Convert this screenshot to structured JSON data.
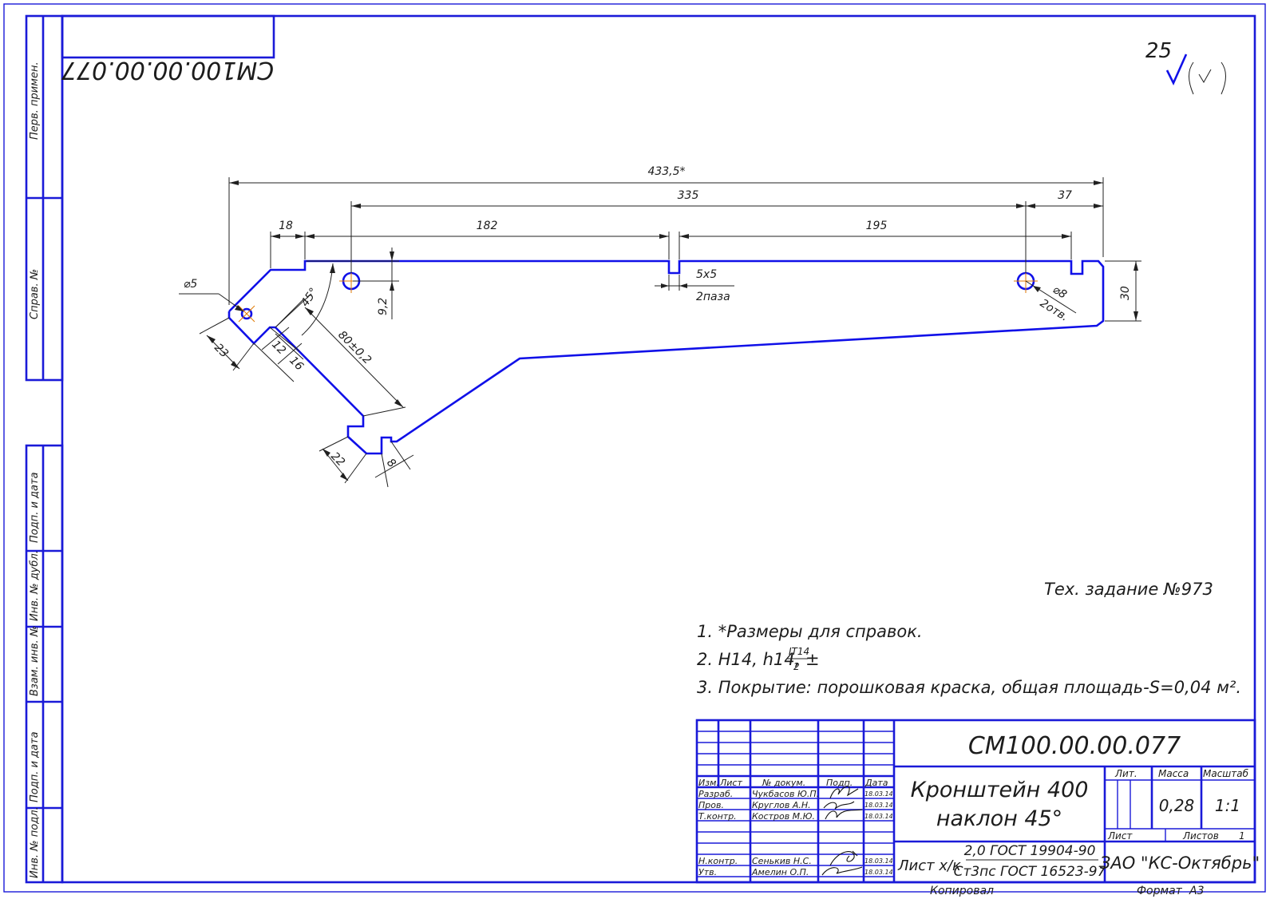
{
  "drawing": {
    "designation": "СМ100.00.00.077",
    "designation_mirrored": "СМ100.00.00.077",
    "title_line1": "Кронштейн 400",
    "title_line2": "наклон 45°",
    "material_label": "Лист х/к",
    "material_top": "2,0  ГОСТ 19904-90",
    "material_bottom": "Ст3пс ГОСТ 16523-97",
    "company": "ЗАО \"КС-Октябрь\"",
    "mass": "0,28",
    "scale": "1:1",
    "tech_task": "Тех. задание №973",
    "roughness_value": "25",
    "copied_label": "Копировал",
    "format_label": "Формат",
    "format_value": "А3"
  },
  "notes": {
    "note1": "1. *Размеры для справок.",
    "note2_prefix": "2. H14, h14, ±",
    "note2_num": "IT14",
    "note2_den": "2",
    "note3": "3. Покрытие: порошковая краска, общая площадь-S=0,04 м²."
  },
  "dimensions": {
    "overall": "433,5*",
    "span335": "335",
    "d37": "37",
    "d18": "18",
    "d182": "182",
    "d195": "195",
    "slot": "5х5",
    "slot_count": "2паза",
    "d9_2": "9,2",
    "hole8": "⌀8",
    "hole8_count": "2отв.",
    "d30": "30",
    "hole5": "⌀5",
    "angle": "45°",
    "d80": "80±0,2",
    "d23": "23",
    "d12": "12",
    "d16": "16",
    "d22": "22",
    "d8": "8"
  },
  "side_labels": {
    "perv_primen": "Перв. примен.",
    "sprav_no": "Справ. №",
    "podp_data_1": "Подп. и дата",
    "inv_dubl": "Инв. № дубл.",
    "vzam_inv": "Взам. инв. №",
    "podp_data_2": "Подп. и дата",
    "inv_podl": "Инв. № подл."
  },
  "title_block": {
    "col_izm": "Изм.",
    "col_list": "Лист",
    "col_docum": "№ докум.",
    "col_podp": "Подп.",
    "col_data": "Дата",
    "lit_label": "Лит.",
    "massa_label": "Масса",
    "masshtab_label": "Масштаб",
    "list_label": "Лист",
    "listov_label": "Листов",
    "listov_value": "1",
    "rows": [
      {
        "role": "Разраб.",
        "name": "Чукбасов Ю.П.",
        "date": "18.03.14"
      },
      {
        "role": "Пров.",
        "name": "Круглов А.Н.",
        "date": "18.03.14"
      },
      {
        "role": "Т.контр.",
        "name": "Костров М.Ю.",
        "date": "18.03.14"
      },
      {
        "role": "Н.контр.",
        "name": "Сенькив Н.С.",
        "date": "18.03.14"
      },
      {
        "role": "Утв.",
        "name": "Амелин О.П.",
        "date": "18.03.14"
      }
    ]
  }
}
